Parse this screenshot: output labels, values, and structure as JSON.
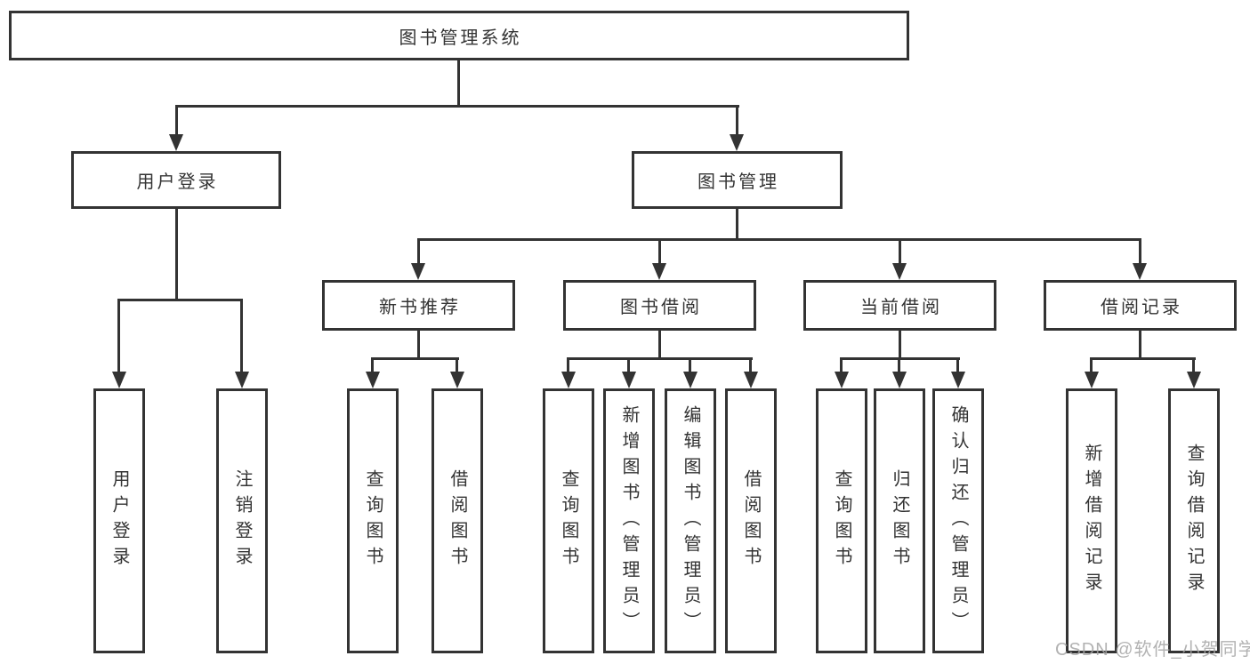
{
  "tree": {
    "root": "图书管理系统",
    "level1": [
      "用户登录",
      "图书管理"
    ],
    "level2": [
      "新书推荐",
      "图书借阅",
      "当前借阅",
      "借阅记录"
    ],
    "leaves": {
      "user_login": [
        "用户登录",
        "注销登录"
      ],
      "new_book_recommend": [
        "查询图书",
        "借阅图书"
      ],
      "book_borrow": [
        "查询图书",
        "新增图书（管理员）",
        "编辑图书（管理员）",
        "借阅图书"
      ],
      "current_borrow": [
        "查询图书",
        "归还图书",
        "确认归还（管理员）"
      ],
      "borrow_records": [
        "新增借阅记录",
        "查询借阅记录"
      ]
    }
  },
  "watermark": {
    "text": "CSDN @软件_小贺同学"
  },
  "colors": {
    "line": "#333333",
    "box_border": "#333333",
    "text": "#333333",
    "background": "#ffffff",
    "watermark": "#a5a5a5"
  }
}
